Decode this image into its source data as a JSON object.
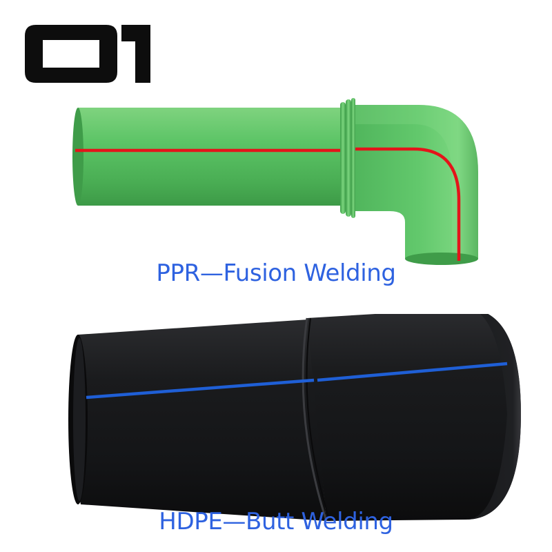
{
  "logo": {
    "text": "01",
    "icon": "brand-logo-icon",
    "color": "#0d0d0d"
  },
  "ppr": {
    "caption": "PPR—Fusion Welding",
    "pipe_color": "#56be60",
    "stripe_color": "#e4141a",
    "icon": "ppr-elbow-pipe-icon"
  },
  "hdpe": {
    "caption": "HDPE—Butt Welding",
    "pipe_color": "#17181a",
    "stripe_color": "#1f5fd6",
    "icon": "hdpe-butt-welded-pipe-icon"
  },
  "caption_color": "#2e62e0"
}
